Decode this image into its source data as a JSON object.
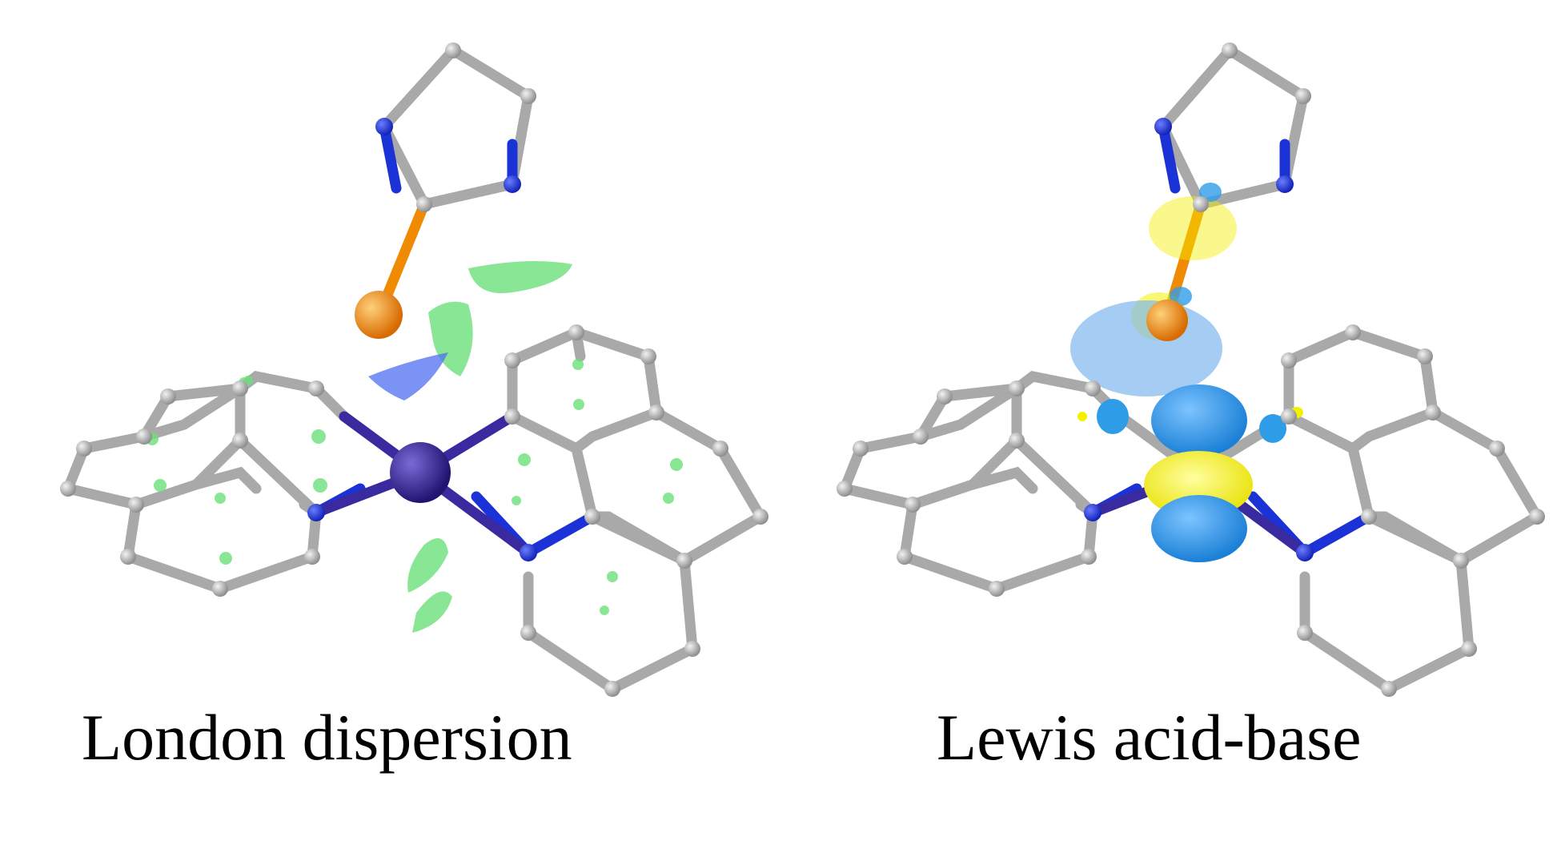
{
  "panels": [
    {
      "caption": "London dispersion",
      "surface": "green-nci"
    },
    {
      "caption": "Lewis acid-base",
      "surface": "orbital-lobes"
    }
  ],
  "colors": {
    "carbon": "#a9a9a9",
    "nitrogen": "#1b32d6",
    "metal": "#3a2aa0",
    "phosphorus": "#f08a00",
    "dispersion_green": "#6be07a",
    "dispersion_blue": "#4d6ff0",
    "orbital_blue": "#2f9ce8",
    "orbital_light_blue": "#7fb8ee",
    "orbital_yellow": "#f4f000"
  }
}
